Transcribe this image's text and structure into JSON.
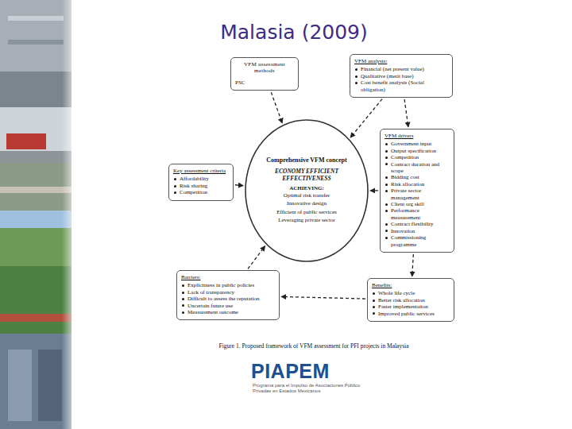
{
  "diagram": {
    "title": "Malasia (2009)",
    "caption": "Figure 1. Proposed framework of VFM assessment for PFI projects in Malaysia",
    "nodes": [
      {
        "text": [
          "VFM assessment methods",
          "PSC"
        ]
      },
      {
        "text": [
          "VFM analysis:",
          "Financial (net present value)",
          "Qualitative (merit base)",
          "Cost benefit analysis (Social obligation)"
        ]
      },
      {
        "text": [
          "Comprehensive VFM concept",
          "ECONOMY EFFICIENT EFFECTIVENESS",
          "ACHIEVING:",
          "Optimal risk transfer",
          "Innovative design",
          "Efficient of public services",
          "Leveraging private sector"
        ]
      },
      {
        "text": [
          "Key assessment criteria",
          "Affordability",
          "Risk sharing",
          "Competition"
        ]
      },
      {
        "text": [
          "VFM drivers",
          "Government input",
          "Output specification",
          "Competition",
          "Contract duration and scope",
          "Bidding cost",
          "Risk allocation",
          "Private sector management",
          "Client org skill",
          "Performance measurement",
          "Contract flexibility",
          "Innovation",
          "Commissioning programme"
        ]
      },
      {
        "text": [
          "Barriers:",
          "Explicitness in public policies",
          "Lack of transparency",
          "Difficult to assess the reputation",
          "Uncertain future use",
          "Measurement outcome"
        ]
      },
      {
        "text": [
          "Benefits:",
          "Whole life cycle",
          "Better risk allocation",
          "Faster implementation",
          "Improved public services"
        ]
      }
    ],
    "edges": [
      {
        "from": 0,
        "to": 2,
        "arrow": "to"
      },
      {
        "from": 1,
        "to": 2,
        "arrow": "to"
      },
      {
        "from": 1,
        "to": 4,
        "arrow": "to"
      },
      {
        "from": 3,
        "to": 2,
        "arrow": "to"
      },
      {
        "from": 4,
        "to": 2,
        "arrow": "to"
      },
      {
        "from": 4,
        "to": 6,
        "arrow": "to"
      },
      {
        "from": 6,
        "to": 5,
        "arrow": "to"
      },
      {
        "from": 5,
        "to": 2,
        "arrow": "to"
      }
    ],
    "labels": [
      "PIAPEM",
      "Programa para el Impulso de Asociaciones Público Privadas en Estados Mexicanos"
    ]
  }
}
